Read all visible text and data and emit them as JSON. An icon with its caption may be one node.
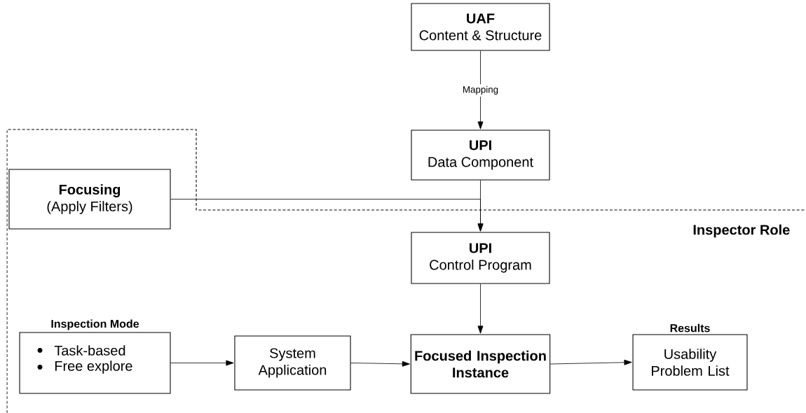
{
  "diagram": {
    "nodes": [
      {
        "text": [
          "UAF",
          "Content & Structure"
        ]
      },
      {
        "text": [
          "UPI",
          "Data Component"
        ]
      },
      {
        "text": [
          "Focusing",
          "(Apply Filters)"
        ]
      },
      {
        "text": [
          "UPI",
          "Control Program"
        ]
      },
      {
        "text": [
          "Inspection Mode",
          "Task-based",
          "Free explore"
        ]
      },
      {
        "text": [
          "System Application"
        ]
      },
      {
        "text": [
          "Focused Inspection Instance"
        ]
      },
      {
        "text": [
          "Results",
          "Usability Problem List"
        ]
      }
    ],
    "edges": [
      {
        "from": 0,
        "to": 1,
        "arrow": "to",
        "label": "Mapping"
      },
      {
        "from": 1,
        "to": 3,
        "arrow": "to"
      },
      {
        "from": 2,
        "to": 3,
        "arrow": "to"
      },
      {
        "from": 3,
        "to": 6,
        "arrow": "to"
      },
      {
        "from": 4,
        "to": 5,
        "arrow": "to"
      },
      {
        "from": 5,
        "to": 6,
        "arrow": "to"
      },
      {
        "from": 6,
        "to": 7,
        "arrow": "to"
      }
    ],
    "labels": [
      "Inspector Role"
    ]
  }
}
